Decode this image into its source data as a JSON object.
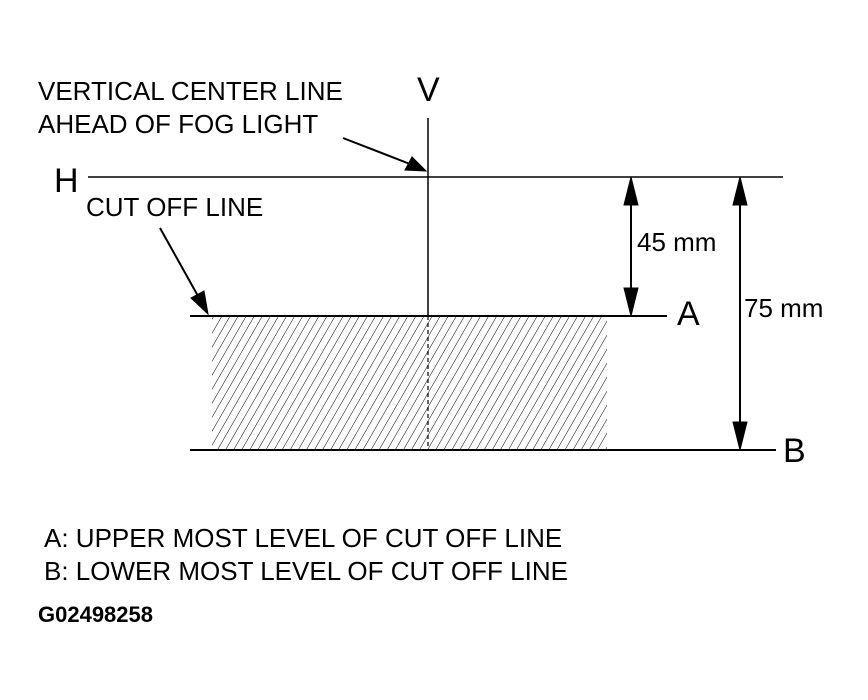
{
  "diagram": {
    "vertical_label": "V",
    "horizontal_label": "H",
    "vertical_center_line_line1": "VERTICAL CENTER LINE",
    "vertical_center_line_line2": "AHEAD OF FOG LIGHT",
    "cut_off_line_label": "CUT OFF LINE",
    "dim_upper": "45 mm",
    "dim_total": "75 mm",
    "level_a_label": "A",
    "level_b_label": "B"
  },
  "legend": {
    "a_line": "A: UPPER MOST LEVEL OF CUT OFF LINE",
    "b_line": "B: LOWER MOST LEVEL OF CUT OFF LINE"
  },
  "figure_code": "G02498258",
  "colors": {
    "ink": "#000000",
    "background": "#ffffff"
  }
}
